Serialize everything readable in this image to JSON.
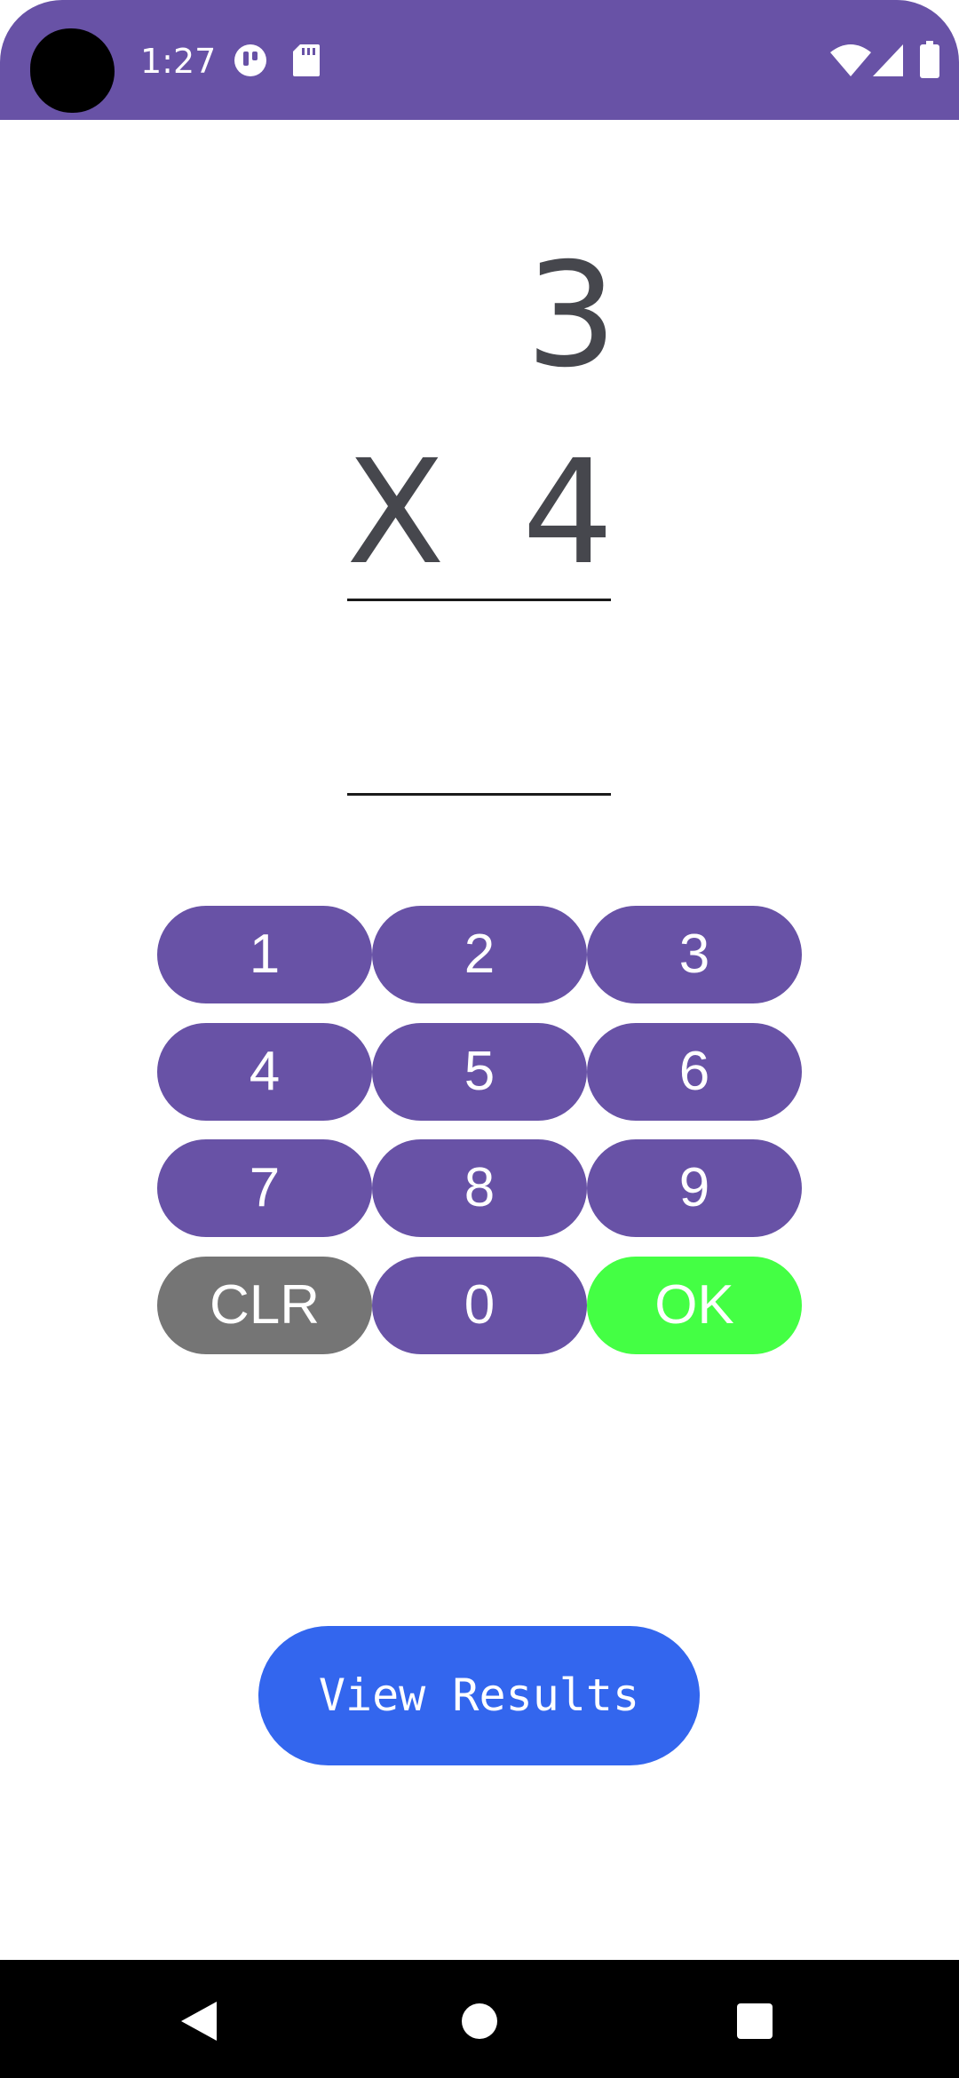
{
  "status_bar": {
    "time": "1:27",
    "color": "#6852a6",
    "icons": [
      "camera-cutout",
      "app-notification-icon",
      "sd-card-icon",
      "wifi-icon",
      "cellular-signal-icon",
      "battery-icon"
    ]
  },
  "problem": {
    "top_number": "3",
    "operator": "X",
    "bottom_number": "4",
    "answer": ""
  },
  "keypad": {
    "keys": [
      "1",
      "2",
      "3",
      "4",
      "5",
      "6",
      "7",
      "8",
      "9",
      "CLR",
      "0",
      "OK"
    ],
    "colors": {
      "digit": "#6852a6",
      "clear": "#757575",
      "ok": "#44ff44"
    }
  },
  "actions": {
    "view_results_label": "View Results",
    "view_results_color": "#3366ee"
  },
  "nav_bar": {
    "icons": [
      "back-icon",
      "home-icon",
      "recents-icon"
    ]
  }
}
